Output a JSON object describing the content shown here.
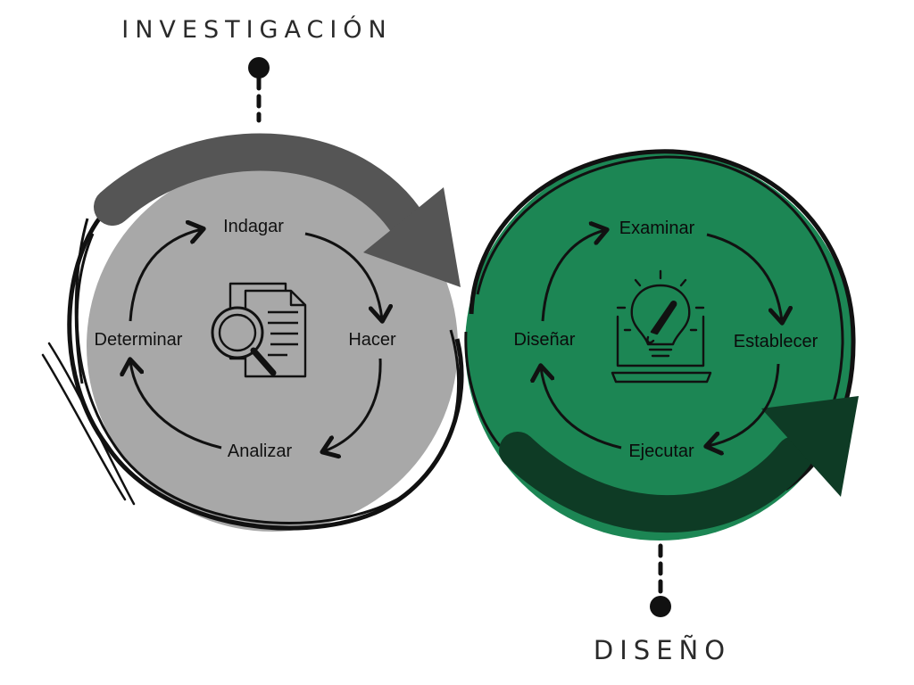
{
  "titles": {
    "top": "INVESTIGACIÓN",
    "bottom": "DISEÑO"
  },
  "left_cycle": {
    "fill_color": "#a8a8a8",
    "arrow_color": "#555555",
    "icon": "document-magnifier-icon",
    "steps": [
      "Indagar",
      "Hacer",
      "Analizar",
      "Determinar"
    ]
  },
  "right_cycle": {
    "fill_color": "#1c8654",
    "arrow_color": "#0e3b25",
    "icon": "lightbulb-laptop-icon",
    "steps": [
      "Examinar",
      "Establecer",
      "Ejecutar",
      "Diseñar"
    ]
  }
}
